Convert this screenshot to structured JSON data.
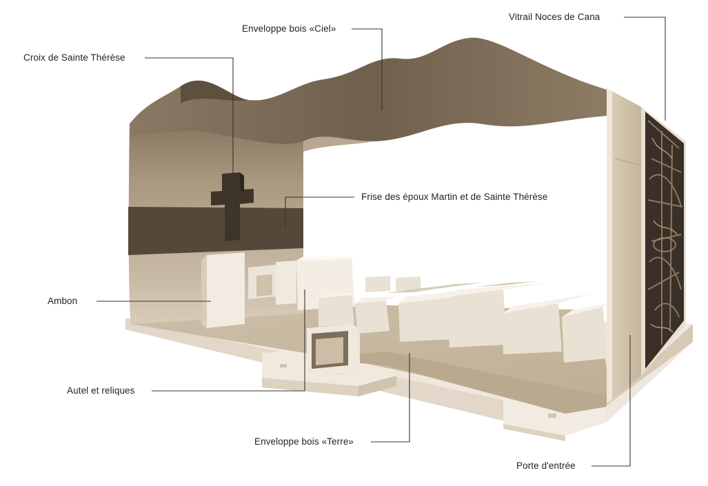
{
  "diagram": {
    "labels": {
      "ciel": "Enveloppe bois «Ciel»",
      "vitrail": "Vitrail Noces de Cana",
      "croix": "Croix de Sainte Thérèse",
      "frise": "Frise des époux Martin et de Sainte Thérèse",
      "ambon": "Ambon",
      "autel": "Autel et reliques",
      "terre": "Enveloppe bois «Terre»",
      "porte": "Porte d'entrée"
    }
  }
}
